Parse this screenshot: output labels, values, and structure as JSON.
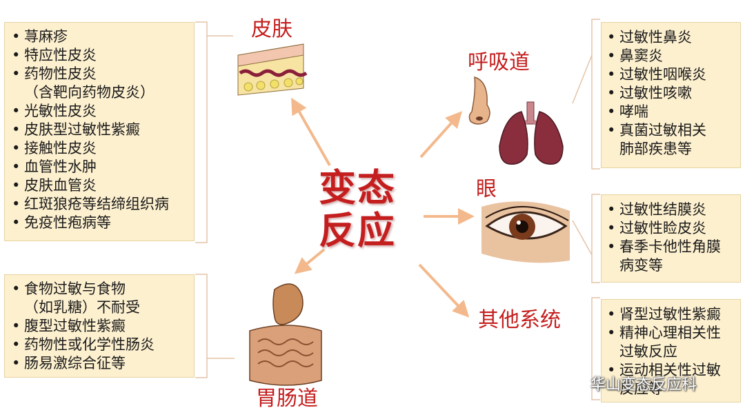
{
  "center": {
    "line1": "变态",
    "line2": "反应"
  },
  "categories": {
    "skin": {
      "label": "皮肤",
      "items": [
        "荨麻疹",
        "特应性皮炎",
        "药物性皮炎",
        "（含靶向药物皮炎）",
        "光敏性皮炎",
        "皮肤型过敏性紫癜",
        "接触性皮炎",
        "血管性水肿",
        "皮肤血管炎",
        "红斑狼疮等结缔组织病",
        "免疫性疱病等"
      ]
    },
    "respiratory": {
      "label": "呼吸道",
      "items": [
        "过敏性鼻炎",
        "鼻窦炎",
        "过敏性咽喉炎",
        "过敏性咳嗽",
        "哮喘",
        "真菌过敏相关",
        "肺部疾患等"
      ]
    },
    "eye": {
      "label": "眼",
      "items": [
        "过敏性结膜炎",
        "过敏性睑皮炎",
        "春季卡他性角膜",
        "病变等"
      ]
    },
    "gi": {
      "label": "胃肠道",
      "items": [
        "食物过敏与食物",
        "（如乳糖）不耐受",
        "腹型过敏性紫癜",
        "药物性或化学性肠炎",
        "肠易激综合征等"
      ]
    },
    "other": {
      "label": "其他系统",
      "items": [
        "肾型过敏性紫癜",
        "精神心理相关性",
        "过敏反应",
        "运动相关性过敏",
        "反应等"
      ]
    }
  },
  "watermark": "华山变态反应科",
  "colors": {
    "accent_red": "#c41e1e",
    "box_fill": "#fdf0cf",
    "arrow": "#f3b98c"
  }
}
